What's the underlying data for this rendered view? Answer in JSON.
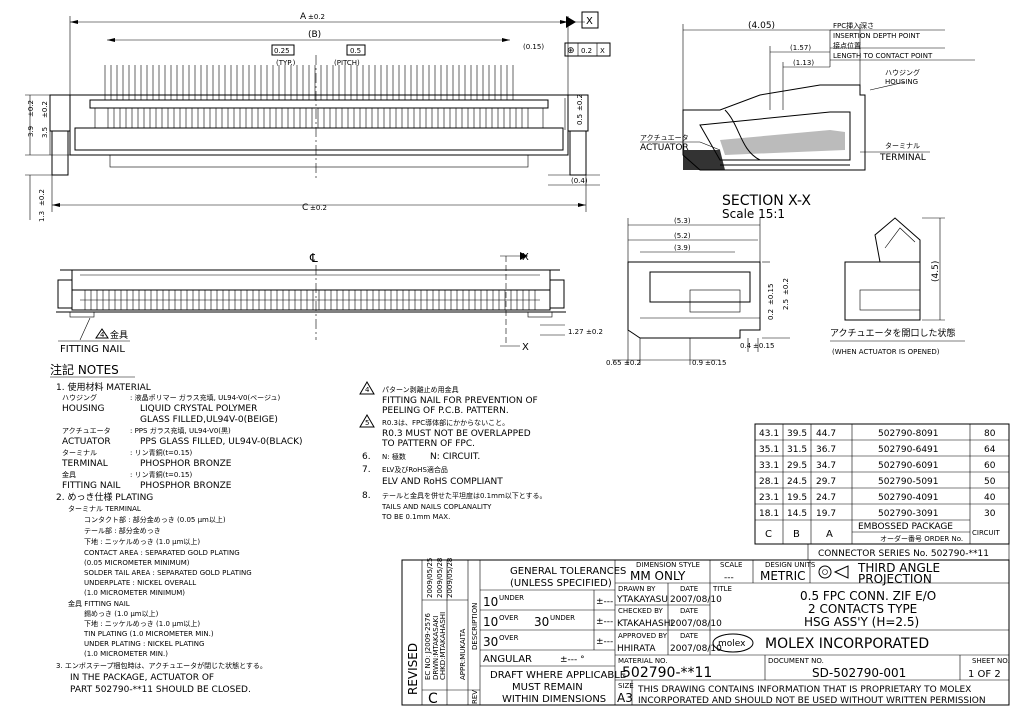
{
  "top_view": {
    "dim_a": "A",
    "dim_a_tol": "±0.2",
    "dim_b": "(B)",
    "pitch_box": "0.25",
    "pitch_box2": "0.5",
    "typ": "(TYP.)",
    "pitch": "(PITCH)",
    "dim_015": "(0.15)",
    "datum_x": "X",
    "gdt_sym": "⊕",
    "gdt_val": "0.2",
    "gdt_ref": "X",
    "dim_39": "3.9",
    "dim_39_tol": "±0.2",
    "dim_35": "3.5",
    "dim_35_tol": "±0.2",
    "dim_05": "0.5",
    "dim_05_tol": "±0.2",
    "dim_c": "C",
    "dim_c_tol": "±0.2",
    "dim_04": "(0.4)",
    "dim_13": "1.3",
    "dim_13_tol": "±0.2"
  },
  "front_view": {
    "centerline": "℄",
    "cl2": "℄",
    "x1": "X",
    "x2": "X",
    "dim_127": "1.27",
    "dim_127_tol": "±0.2",
    "nail_jp": "金具",
    "nail_mark": "4",
    "nail_label": "FITTING NAIL"
  },
  "section": {
    "dim_405": "(4.05)",
    "dim_157": "(1.57)",
    "dim_113": "(1.13)",
    "fpc_jp": "FPC挿入深さ",
    "fpc_en": "INSERTION DEPTH POINT",
    "contact_jp": "接点位置",
    "contact_en": "LENGTH TO CONTACT POINT",
    "housing_jp": "ハウジング",
    "housing_en": "HOUSING",
    "actuator_jp": "アクチュエータ",
    "actuator_en": "ACTUATOR",
    "terminal_jp": "ターミナル",
    "terminal_en": "TERMINAL",
    "title": "SECTION X-X",
    "scale": "Scale 15:1"
  },
  "side_view": {
    "dim_53": "(5.3)",
    "dim_52": "(5.2)",
    "dim_39": "(3.9)",
    "dim_02": "0.2",
    "dim_02_tol": "±0.15",
    "dim_25": "2.5",
    "dim_25_tol": "±0.2",
    "dim_04": "0.4",
    "dim_04_tol": "±0.15",
    "dim_065": "0.65",
    "dim_065_tol": "±0.2",
    "dim_09": "0.9",
    "dim_09_tol": "±0.15"
  },
  "open_view": {
    "dim_45": "(4.5)",
    "label_jp": "アクチュエータを開口した状態",
    "label_en": "(WHEN ACTUATOR IS OPENED)"
  },
  "notes": {
    "title": "注記 NOTES",
    "l1": "1. 使用材料 MATERIAL",
    "l2a": "ハウジング",
    "l2b": ": 液晶ポリマー ガラス充填, UL94-V0(ベージュ)",
    "l3a": "HOUSING",
    "l3b": "LIQUID CRYSTAL POLYMER",
    "l4": "GLASS FILLED,UL94V-0(BEIGE)",
    "l5a": "アクチュエータ",
    "l5b": ": PPS ガラス充填, UL94-V0(黒)",
    "l6a": "ACTUATOR",
    "l6b": "PPS GLASS FILLED, UL94V-0(BLACK)",
    "l7a": "ターミナル",
    "l7b": ": リン青銅(t=0.15)",
    "l8a": "TERMINAL",
    "l8b": "PHOSPHOR BRONZE",
    "l9a": "金具",
    "l9b": ": リン青銅(t=0.15)",
    "l10a": "FITTING NAIL",
    "l10b": "PHOSPHOR BRONZE",
    "l11": "2. めっき仕様 PLATING",
    "l12": "ターミナル TERMINAL",
    "l13": "コンタクト部 : 部分金めっき (0.05 μm以上)",
    "l14": "テール部 : 部分金めっき",
    "l15": "下地 : ニッケルめっき (1.0 μm以上)",
    "l16": "CONTACT AREA : SEPARATED GOLD PLATING",
    "l17": "(0.05 MICROMETER MINIMUM)",
    "l18": "SOLDER TAIL AREA : SEPARATED GOLD PLATING",
    "l19": "UNDERPLATE : NICKEL OVERALL",
    "l20": "(1.0 MICROMETER MINIMUM)",
    "l21": "金具 FITTING NAIL",
    "l22": "錫めっき (1.0 μm以上)",
    "l23": "下地 : ニッケルめっき (1.0 μm以上)",
    "l24": "TIN PLATING (1.0 MICROMETER MIN.)",
    "l25": "UNDER PLATING : NICKEL PLATING",
    "l26": "(1.0 MICROMETER MIN.)",
    "l27": "3. エンボステープ梱包時は、アクチュエータが閉じた状態とする。",
    "l28": "IN THE PACKAGE, ACTUATOR OF",
    "l29": "PART 502790-**11 SHOULD BE CLOSED.",
    "n4mark": "4",
    "n4a": "パターン剥離止め用金具",
    "n4b": "FITTING NAIL FOR PREVENTION OF",
    "n4c": "PEELING OF P.C.B. PATTERN.",
    "n5mark": "5",
    "n5a": "R0.3は、FPC導体部にかからないこと。",
    "n5b": "R0.3 MUST NOT BE OVERLAPPED",
    "n5c": "TO PATTERN OF FPC.",
    "n6a": "6.",
    "n6b": "N: 極数",
    "n6c": "N: CIRCUIT.",
    "n7a": "7.",
    "n7b": "ELV及びRoHS適合品",
    "n7c": "ELV AND RoHS COMPLIANT",
    "n8a": "8.",
    "n8b": "テールと金具を併せた平坦度は0.1mm以下とする。",
    "n8c": "TAILS AND NAILS COPLANALITY",
    "n8d": "TO BE 0.1mm MAX."
  },
  "circuit_table": {
    "rows": [
      [
        "43.1",
        "39.5",
        "44.7",
        "502790-8091",
        "80"
      ],
      [
        "35.1",
        "31.5",
        "36.7",
        "502790-6491",
        "64"
      ],
      [
        "33.1",
        "29.5",
        "34.7",
        "502790-6091",
        "60"
      ],
      [
        "28.1",
        "24.5",
        "29.7",
        "502790-5091",
        "50"
      ],
      [
        "23.1",
        "19.5",
        "24.7",
        "502790-4091",
        "40"
      ],
      [
        "18.1",
        "14.5",
        "19.7",
        "502790-3091",
        "30"
      ]
    ],
    "h_c": "C",
    "h_b": "B",
    "h_a": "A",
    "h_pkg": "EMBOSSED PACKAGE",
    "h_order": "オーダー番号 ORDER No.",
    "h_circuit": "CIRCUIT",
    "series": "CONNECTOR SERIES No. 502790-**11"
  },
  "title_block": {
    "revised": "REVISED",
    "ec": "EC NO: J2009-2576",
    "drwn": "DRWN:MTAKASAKI",
    "chkd": "CHKD:MTAKAHASHI",
    "appr": "APPR:MUKAITA",
    "date1": "2009/05/25",
    "date2": "2009/05/28",
    "date3": "2009/05/28",
    "rev": "C",
    "rev_lbl": "REV",
    "desc": "DESCRIPTION",
    "gt1": "GENERAL TOLERANCES",
    "gt2": "(UNLESS SPECIFIED)",
    "tol1a": "10",
    "tol1b": "UNDER",
    "tol1c": "±---",
    "tol2a": "10",
    "tol2b": "OVER",
    "tol2c": "30",
    "tol2d": "UNDER",
    "tol2e": "±---",
    "tol3a": "30",
    "tol3b": "OVER",
    "tol3c": "±---",
    "ang": "ANGULAR",
    "ang_v": "±---  °",
    "draft1": "DRAFT WHERE APPLICABLE",
    "draft2": "MUST REMAIN",
    "draft3": "WITHIN DIMENSIONS",
    "dimstyle": "DIMENSION STYLE",
    "mmonly": "MM ONLY",
    "scale": "SCALE",
    "scale_v": "---",
    "units": "DESIGN UNITS",
    "metric": "METRIC",
    "third1": "THIRD ANGLE",
    "third2": "PROJECTION",
    "drawnby": "DRAWN BY",
    "date": "DATE",
    "drawn_name": "YTAKAYASU",
    "drawn_date": "2007/08/10",
    "checked": "CHECKED BY",
    "checked_name": "KTAKAHASHI",
    "checked_date": "2007/08/10",
    "approved": "APPROVED BY",
    "approved_name": "HHIRATA",
    "approved_date": "2007/08/10",
    "title_lbl": "TITLE",
    "title1": "0.5 FPC CONN. ZIF E/O",
    "title2": "2 CONTACTS TYPE",
    "title3": "HSG ASS'Y (H=2.5)",
    "molex_logo": "molex",
    "molex": "MOLEX INCORPORATED",
    "mat_lbl": "MATERIAL NO.",
    "mat": "502790-**11",
    "doc_lbl": "DOCUMENT NO.",
    "doc": "SD-502790-001",
    "sheet_lbl": "SHEET NO.",
    "sheet": "1 OF 2",
    "size_lbl": "SIZE",
    "size": "A3",
    "prop1": "THIS DRAWING CONTAINS INFORMATION THAT IS PROPRIETARY TO MOLEX",
    "prop2": "INCORPORATED AND SHOULD NOT BE USED WITHOUT WRITTEN PERMISSION"
  }
}
